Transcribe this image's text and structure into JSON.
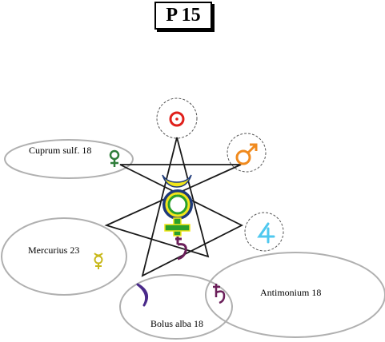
{
  "title": "P 15",
  "labels": {
    "cuprum": "Cuprum sulf. 18",
    "mercurius": "Mercurius 23",
    "antimonium": "Antimonium 18",
    "bolus": "Bolus alba 18"
  },
  "symbols": {
    "sun": "sun-symbol",
    "mars": "mars-symbol",
    "jupiter": "jupiter-symbol",
    "venus": "venus-symbol",
    "mercury": "mercury-symbol",
    "moon": "moon-symbol",
    "saturn": "saturn-symbol",
    "central": "mercury-venus-saturn-combined-symbol"
  },
  "colors": {
    "sun": "#e0201b",
    "mars": "#f08a1e",
    "jupiter": "#4fc8ef",
    "venus": "#2f7d3a",
    "mercury": "#e8e01c",
    "moon": "#4a2a8a",
    "saturn": "#6b1f5a",
    "central_green": "#2aa02a",
    "central_yellow": "#f2e61a",
    "central_navy": "#1e3a7a",
    "ellipse_stroke": "#b0b0b0"
  }
}
